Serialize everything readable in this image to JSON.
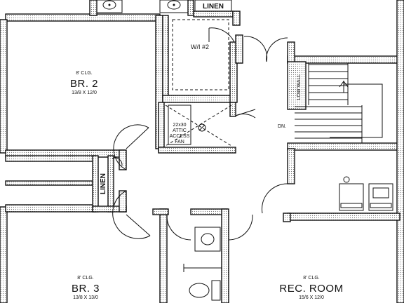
{
  "rooms": {
    "br2": {
      "ceiling": "8' CLG.",
      "name": "BR. 2",
      "size": "13/8 X 12/0"
    },
    "br3": {
      "ceiling": "8' CLG.",
      "name": "BR. 3",
      "size": "13/8 X 13/0"
    },
    "rec": {
      "ceiling": "8' CLG.",
      "name": "REC. ROOM",
      "size": "15/6 X 12/0"
    }
  },
  "labels": {
    "linen_top": "LINEN",
    "linen_side": "LINEN",
    "walk_in": "W/I #2",
    "low_wall": "LOW WALL",
    "down": "DN.",
    "attic_access": [
      "22x30",
      "ATTIC",
      "ACCESS",
      "FAN"
    ]
  },
  "colors": {
    "line": "#111111",
    "background": "#ffffff"
  }
}
